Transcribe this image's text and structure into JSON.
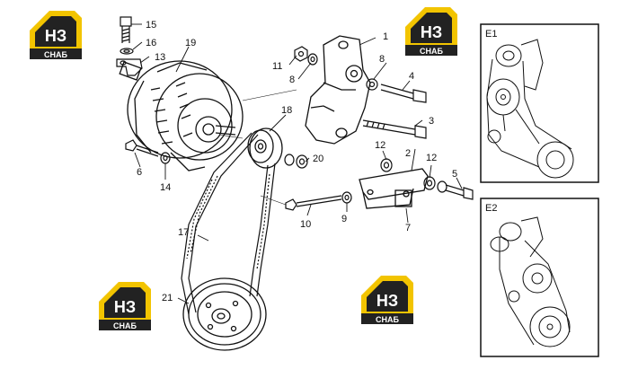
{
  "callouts": {
    "c1": "1",
    "c2": "2",
    "c3": "3",
    "c4": "4",
    "c5": "5",
    "c6": "6",
    "c7": "7",
    "c8a": "8",
    "c8b": "8",
    "c9": "9",
    "c10": "10",
    "c11": "11",
    "c12a": "12",
    "c12b": "12",
    "c13": "13",
    "c14": "14",
    "c15": "15",
    "c16": "16",
    "c17": "17",
    "c18": "18",
    "c19": "19",
    "c20": "20",
    "c21": "21"
  },
  "insets": {
    "e1": "E1",
    "e2": "E2"
  },
  "logo": {
    "mark": "НЗ",
    "sub": "СНАБ"
  },
  "colors": {
    "logo_yellow": "#f2c400",
    "logo_dark": "#222222",
    "line": "#111111"
  }
}
